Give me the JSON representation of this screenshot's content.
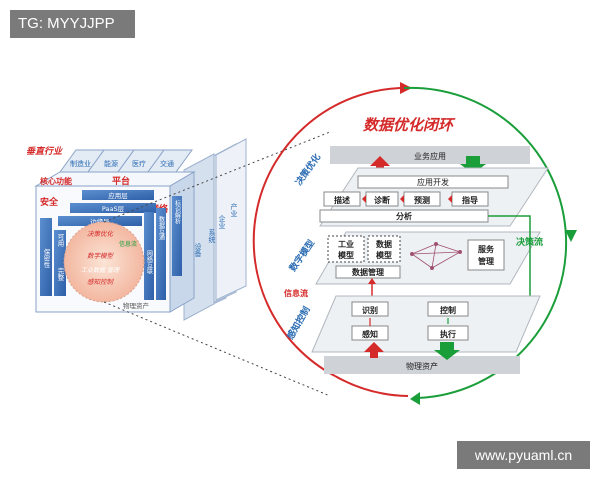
{
  "watermark_top": "TG: MYYJJPP",
  "watermark_bottom": "www.pyuaml.cn",
  "left_cube": {
    "corner_label": "垂直行业",
    "top_tabs": [
      "制造业",
      "能源",
      "医疗",
      "交通"
    ],
    "stack_labels": [
      "产业",
      "企业",
      "系统",
      "设备"
    ],
    "core_title": "核心功能",
    "platform": "平台",
    "security": "安全",
    "network": "网络",
    "app_layer": "应用层",
    "paas": "PaaS层",
    "edge": "边缘层",
    "left_cols": [
      "可用",
      "保密性",
      "完整"
    ],
    "right_cols": [
      "标识解析",
      "数据互通",
      "网络互联"
    ],
    "circle_items": [
      "决策优化",
      "数字模型",
      "工业数据 管理",
      "感知控制"
    ],
    "circle_side": "信息流",
    "bottom_label": "物理资产"
  },
  "right": {
    "title": "数据优化闭环",
    "business_app": "业务应用",
    "app_dev": "应用开发",
    "describe": "描述",
    "diagnose": "诊断",
    "predict": "预测",
    "guide": "指导",
    "analysis": "分析",
    "decision_opt": "决策优化",
    "digital_model": "数字模型",
    "industrial_model": "工业\n模型",
    "data_model": "数据\n模型",
    "service_mgmt": "服务\n管理",
    "data_mgmt": "数据管理",
    "decision_flow": "决策流",
    "info_flow": "信息流",
    "perception": "感知控制",
    "identify": "识别",
    "control": "控制",
    "sense": "感知",
    "execute": "执行",
    "physical_assets": "物理资产"
  },
  "colors": {
    "red": "#d52a2a",
    "green": "#1a9e3a",
    "blue": "#2b6cb3",
    "navy": "#1f3f7a",
    "gray_bar": "#cfd3d8",
    "plane": "#eef1f4"
  }
}
